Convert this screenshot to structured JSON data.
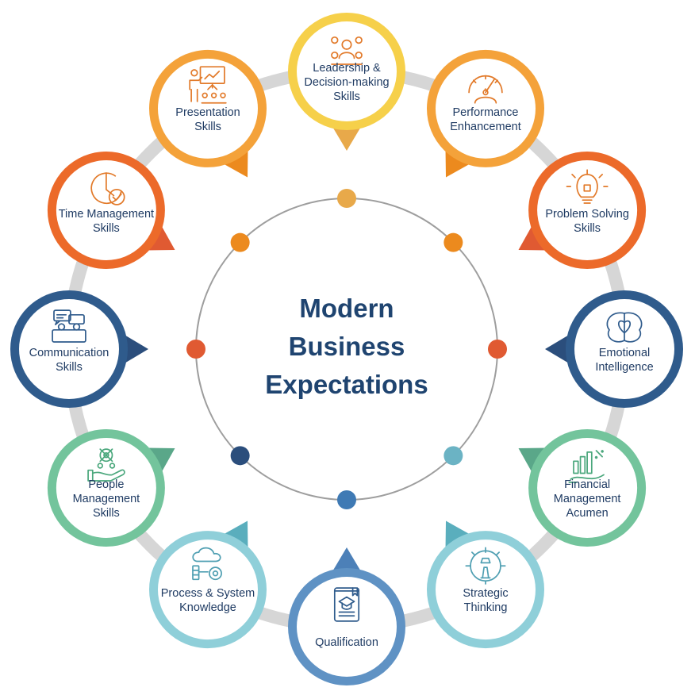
{
  "title": {
    "lines": [
      "Modern",
      "Business",
      "Expectations"
    ]
  },
  "nodes": [
    {
      "id": "leadership",
      "lines": [
        "Leadership &",
        "Decision-making",
        "Skills"
      ],
      "color": "#f6d04a",
      "pointer": "#e8a94a",
      "icon": "team-leader-icon"
    },
    {
      "id": "performance",
      "lines": [
        "Performance",
        "Enhancement"
      ],
      "color": "#f4a23a",
      "pointer": "#ec8a1e",
      "icon": "gauge-icon"
    },
    {
      "id": "problem-solving",
      "lines": [
        "Problem Solving",
        "Skills"
      ],
      "color": "#ec6a2a",
      "pointer": "#e05a32",
      "icon": "lightbulb-puzzle-icon"
    },
    {
      "id": "emotional",
      "lines": [
        "Emotional",
        "Intelligence"
      ],
      "color": "#2f5b8c",
      "pointer": "#2b4e7c",
      "icon": "brain-heart-icon"
    },
    {
      "id": "financial",
      "lines": [
        "Financial",
        "Management",
        "Acumen"
      ],
      "color": "#73c49c",
      "pointer": "#5aa789",
      "icon": "finance-chart-icon"
    },
    {
      "id": "strategic",
      "lines": [
        "Strategic",
        "Thinking"
      ],
      "color": "#8fcfd9",
      "pointer": "#5aaebd",
      "icon": "chess-gear-icon"
    },
    {
      "id": "qualification",
      "lines": [
        "Qualification"
      ],
      "color": "#5f92c4",
      "pointer": "#4c80b8",
      "icon": "certificate-icon"
    },
    {
      "id": "process",
      "lines": [
        "Process & System",
        "Knowledge"
      ],
      "color": "#8fcfd9",
      "pointer": "#5aaebd",
      "icon": "process-cloud-icon"
    },
    {
      "id": "people",
      "lines": [
        "People",
        "Management",
        "Skills"
      ],
      "color": "#73c49c",
      "pointer": "#5aa789",
      "icon": "people-care-icon"
    },
    {
      "id": "communication",
      "lines": [
        "Communication",
        "Skills"
      ],
      "color": "#2f5b8c",
      "pointer": "#2b4e7c",
      "icon": "chat-people-icon"
    },
    {
      "id": "time",
      "lines": [
        "Time Management",
        "Skills"
      ],
      "color": "#ec6a2a",
      "pointer": "#e05a32",
      "icon": "clock-check-icon"
    },
    {
      "id": "presentation",
      "lines": [
        "Presentation",
        "Skills"
      ],
      "color": "#f4a23a",
      "pointer": "#ec8a1e",
      "icon": "presenter-board-icon"
    }
  ],
  "dots": [
    {
      "color": "#e8a94a"
    },
    {
      "color": "#ec8a1e"
    },
    {
      "color": "#e05a32"
    },
    {
      "color": "#6bb3c4"
    },
    {
      "color": "#3f7ab4"
    },
    {
      "color": "#2b4e7c"
    },
    {
      "color": "#e05a32"
    },
    {
      "color": "#ec8a1e"
    }
  ],
  "colors": {
    "ring": "#d6d6d6",
    "center_ring": "#9e9e9e",
    "icon_stroke_default": "#e27a2a"
  }
}
